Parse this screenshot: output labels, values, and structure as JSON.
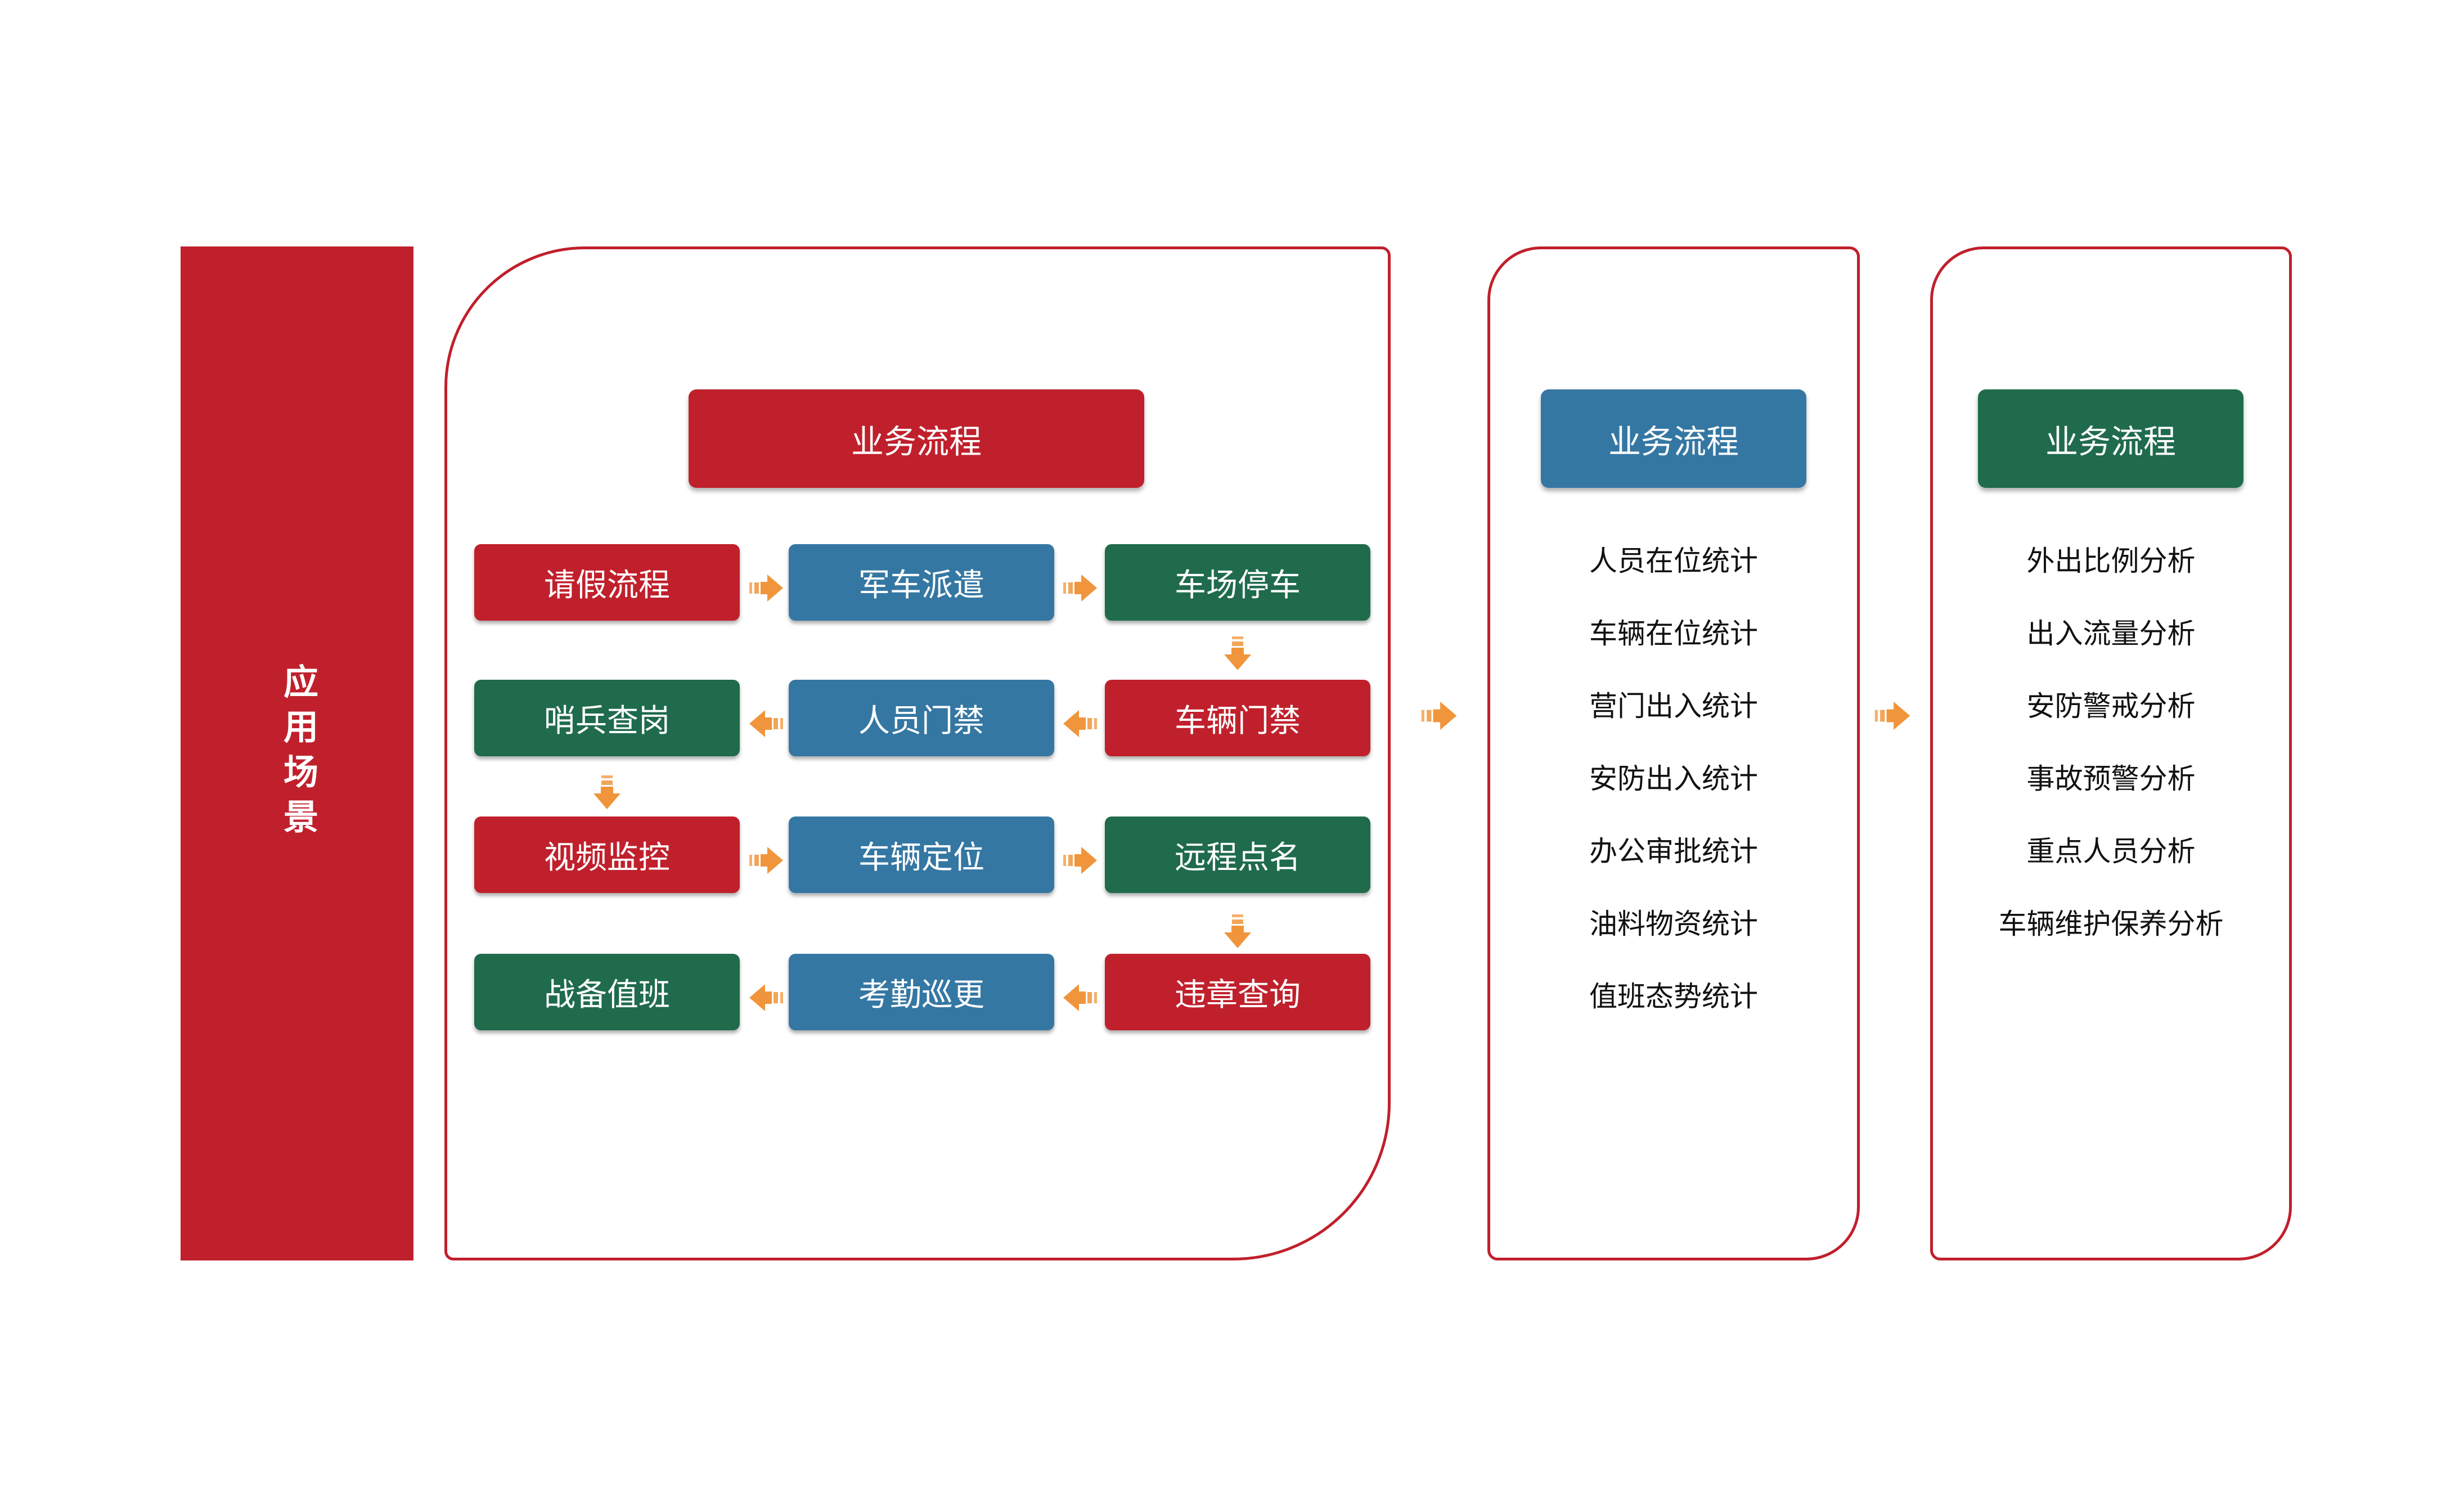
{
  "palette": {
    "red": "#C0202C",
    "blue": "#3577A3",
    "green": "#1F6B4C",
    "orange": "#F0953B",
    "text": "#111111",
    "white": "#FFFFFF"
  },
  "sidebar": {
    "title": "应用场景"
  },
  "process_panel": {
    "header": "业务流程",
    "rows": [
      {
        "direction": "right",
        "cells": [
          {
            "label": "请假流程",
            "color": "red"
          },
          {
            "label": "军车派遣",
            "color": "blue"
          },
          {
            "label": "车场停车",
            "color": "green"
          }
        ]
      },
      {
        "direction": "left",
        "cells": [
          {
            "label": "哨兵查岗",
            "color": "green"
          },
          {
            "label": "人员门禁",
            "color": "blue"
          },
          {
            "label": "车辆门禁",
            "color": "red"
          }
        ]
      },
      {
        "direction": "right",
        "cells": [
          {
            "label": "视频监控",
            "color": "red"
          },
          {
            "label": "车辆定位",
            "color": "blue"
          },
          {
            "label": "远程点名",
            "color": "green"
          }
        ]
      },
      {
        "direction": "left",
        "cells": [
          {
            "label": "战备值班",
            "color": "green"
          },
          {
            "label": "考勤巡更",
            "color": "blue"
          },
          {
            "label": "违章查询",
            "color": "red"
          }
        ]
      }
    ]
  },
  "statistics_panel": {
    "header": "业务流程",
    "items": [
      "人员在位统计",
      "车辆在位统计",
      "营门出入统计",
      "安防出入统计",
      "办公审批统计",
      "油料物资统计",
      "值班态势统计"
    ]
  },
  "analysis_panel": {
    "header": "业务流程",
    "items": [
      "外出比例分析",
      "出入流量分析",
      "安防警戒分析",
      "事故预警分析",
      "重点人员分析",
      "车辆维护保养分析"
    ]
  }
}
